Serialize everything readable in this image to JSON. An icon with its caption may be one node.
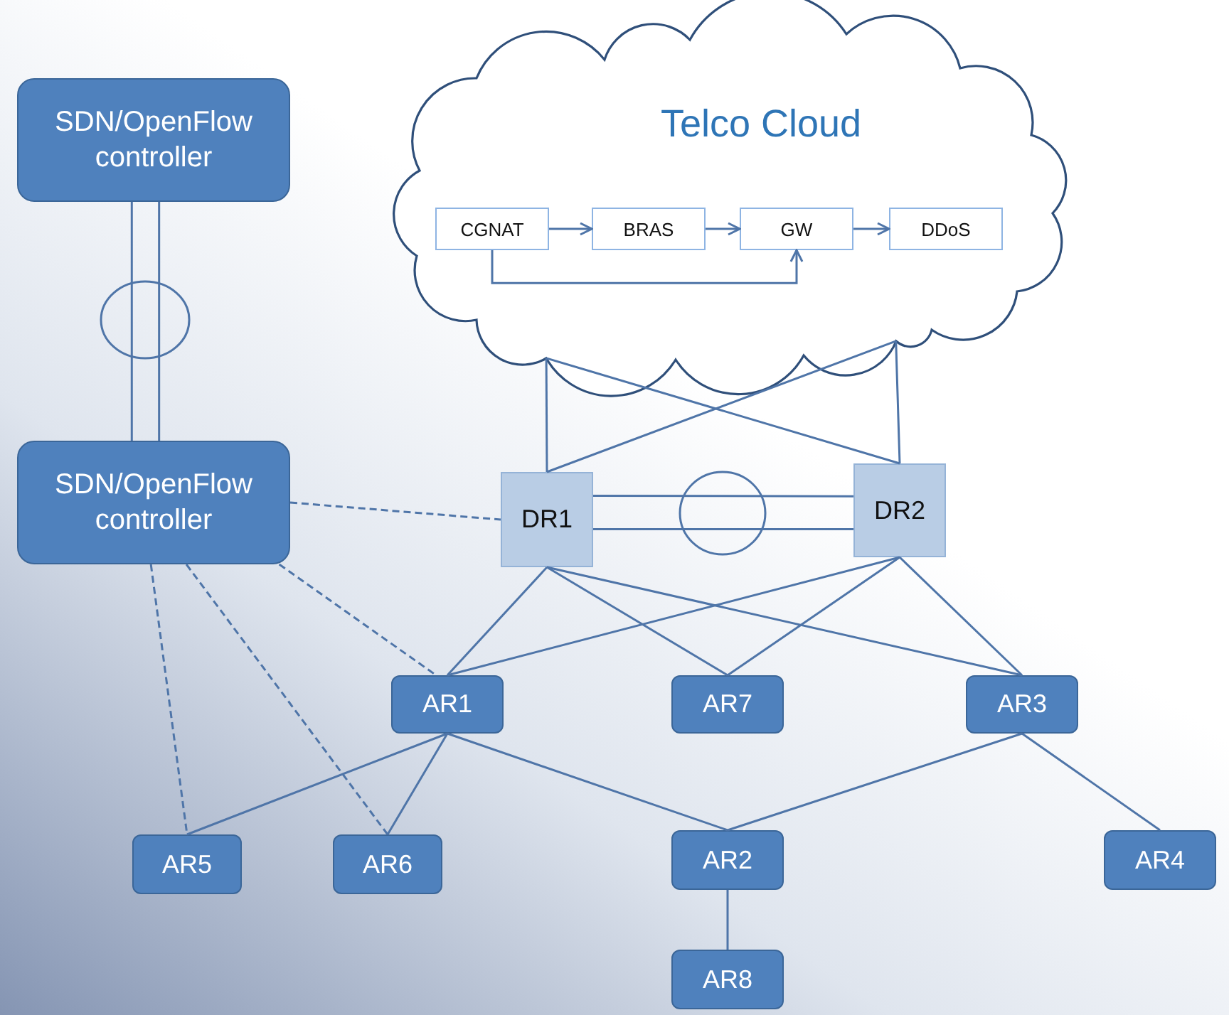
{
  "diagram": {
    "nodes": [
      {
        "text": [
          "SDN/OpenFlow controller"
        ]
      },
      {
        "text": [
          "Telco Cloud"
        ]
      },
      {
        "text": [
          "CGNAT"
        ],
        "in": 1
      },
      {
        "text": [
          "BRAS"
        ],
        "in": 1
      },
      {
        "text": [
          "GW"
        ],
        "in": 1
      },
      {
        "text": [
          "DDoS"
        ],
        "in": 1
      },
      {
        "text": [
          "SDN/OpenFlow controller"
        ]
      },
      {
        "text": [
          "DR1"
        ]
      },
      {
        "text": [
          "DR2"
        ]
      },
      {
        "text": [
          "AR1"
        ]
      },
      {
        "text": [
          "AR7"
        ]
      },
      {
        "text": [
          "AR3"
        ]
      },
      {
        "text": [
          "AR5"
        ]
      },
      {
        "text": [
          "AR6"
        ]
      },
      {
        "text": [
          "AR2"
        ]
      },
      {
        "text": [
          "AR4"
        ]
      },
      {
        "text": [
          "AR8"
        ]
      }
    ],
    "edges": [
      {
        "from": 2,
        "to": 3,
        "arrow": "to"
      },
      {
        "from": 3,
        "to": 4,
        "arrow": "to"
      },
      {
        "from": 4,
        "to": 5,
        "arrow": "to"
      },
      {
        "from": 2,
        "to": 4,
        "arrow": "to"
      },
      {
        "from": 0,
        "to": 6,
        "arrow": "none"
      },
      {
        "from": 0,
        "to": 6,
        "arrow": "none"
      },
      {
        "from": 1,
        "to": 7,
        "arrow": "none"
      },
      {
        "from": 1,
        "to": 8,
        "arrow": "none"
      },
      {
        "from": 1,
        "to": 7,
        "arrow": "none"
      },
      {
        "from": 1,
        "to": 8,
        "arrow": "none"
      },
      {
        "from": 7,
        "to": 8,
        "arrow": "none"
      },
      {
        "from": 7,
        "to": 8,
        "arrow": "none"
      },
      {
        "from": 6,
        "to": 7,
        "arrow": "none",
        "style": "dashed"
      },
      {
        "from": 6,
        "to": 9,
        "arrow": "none",
        "style": "dashed"
      },
      {
        "from": 6,
        "to": 12,
        "arrow": "none",
        "style": "dashed"
      },
      {
        "from": 6,
        "to": 13,
        "arrow": "none",
        "style": "dashed"
      },
      {
        "from": 7,
        "to": 9,
        "arrow": "none"
      },
      {
        "from": 7,
        "to": 10,
        "arrow": "none"
      },
      {
        "from": 7,
        "to": 11,
        "arrow": "none"
      },
      {
        "from": 8,
        "to": 9,
        "arrow": "none"
      },
      {
        "from": 8,
        "to": 10,
        "arrow": "none"
      },
      {
        "from": 8,
        "to": 11,
        "arrow": "none"
      },
      {
        "from": 9,
        "to": 12,
        "arrow": "none"
      },
      {
        "from": 9,
        "to": 13,
        "arrow": "none"
      },
      {
        "from": 9,
        "to": 14,
        "arrow": "none"
      },
      {
        "from": 11,
        "to": 14,
        "arrow": "none"
      },
      {
        "from": 11,
        "to": 15,
        "arrow": "none"
      },
      {
        "from": 14,
        "to": 16,
        "arrow": "none"
      }
    ]
  }
}
